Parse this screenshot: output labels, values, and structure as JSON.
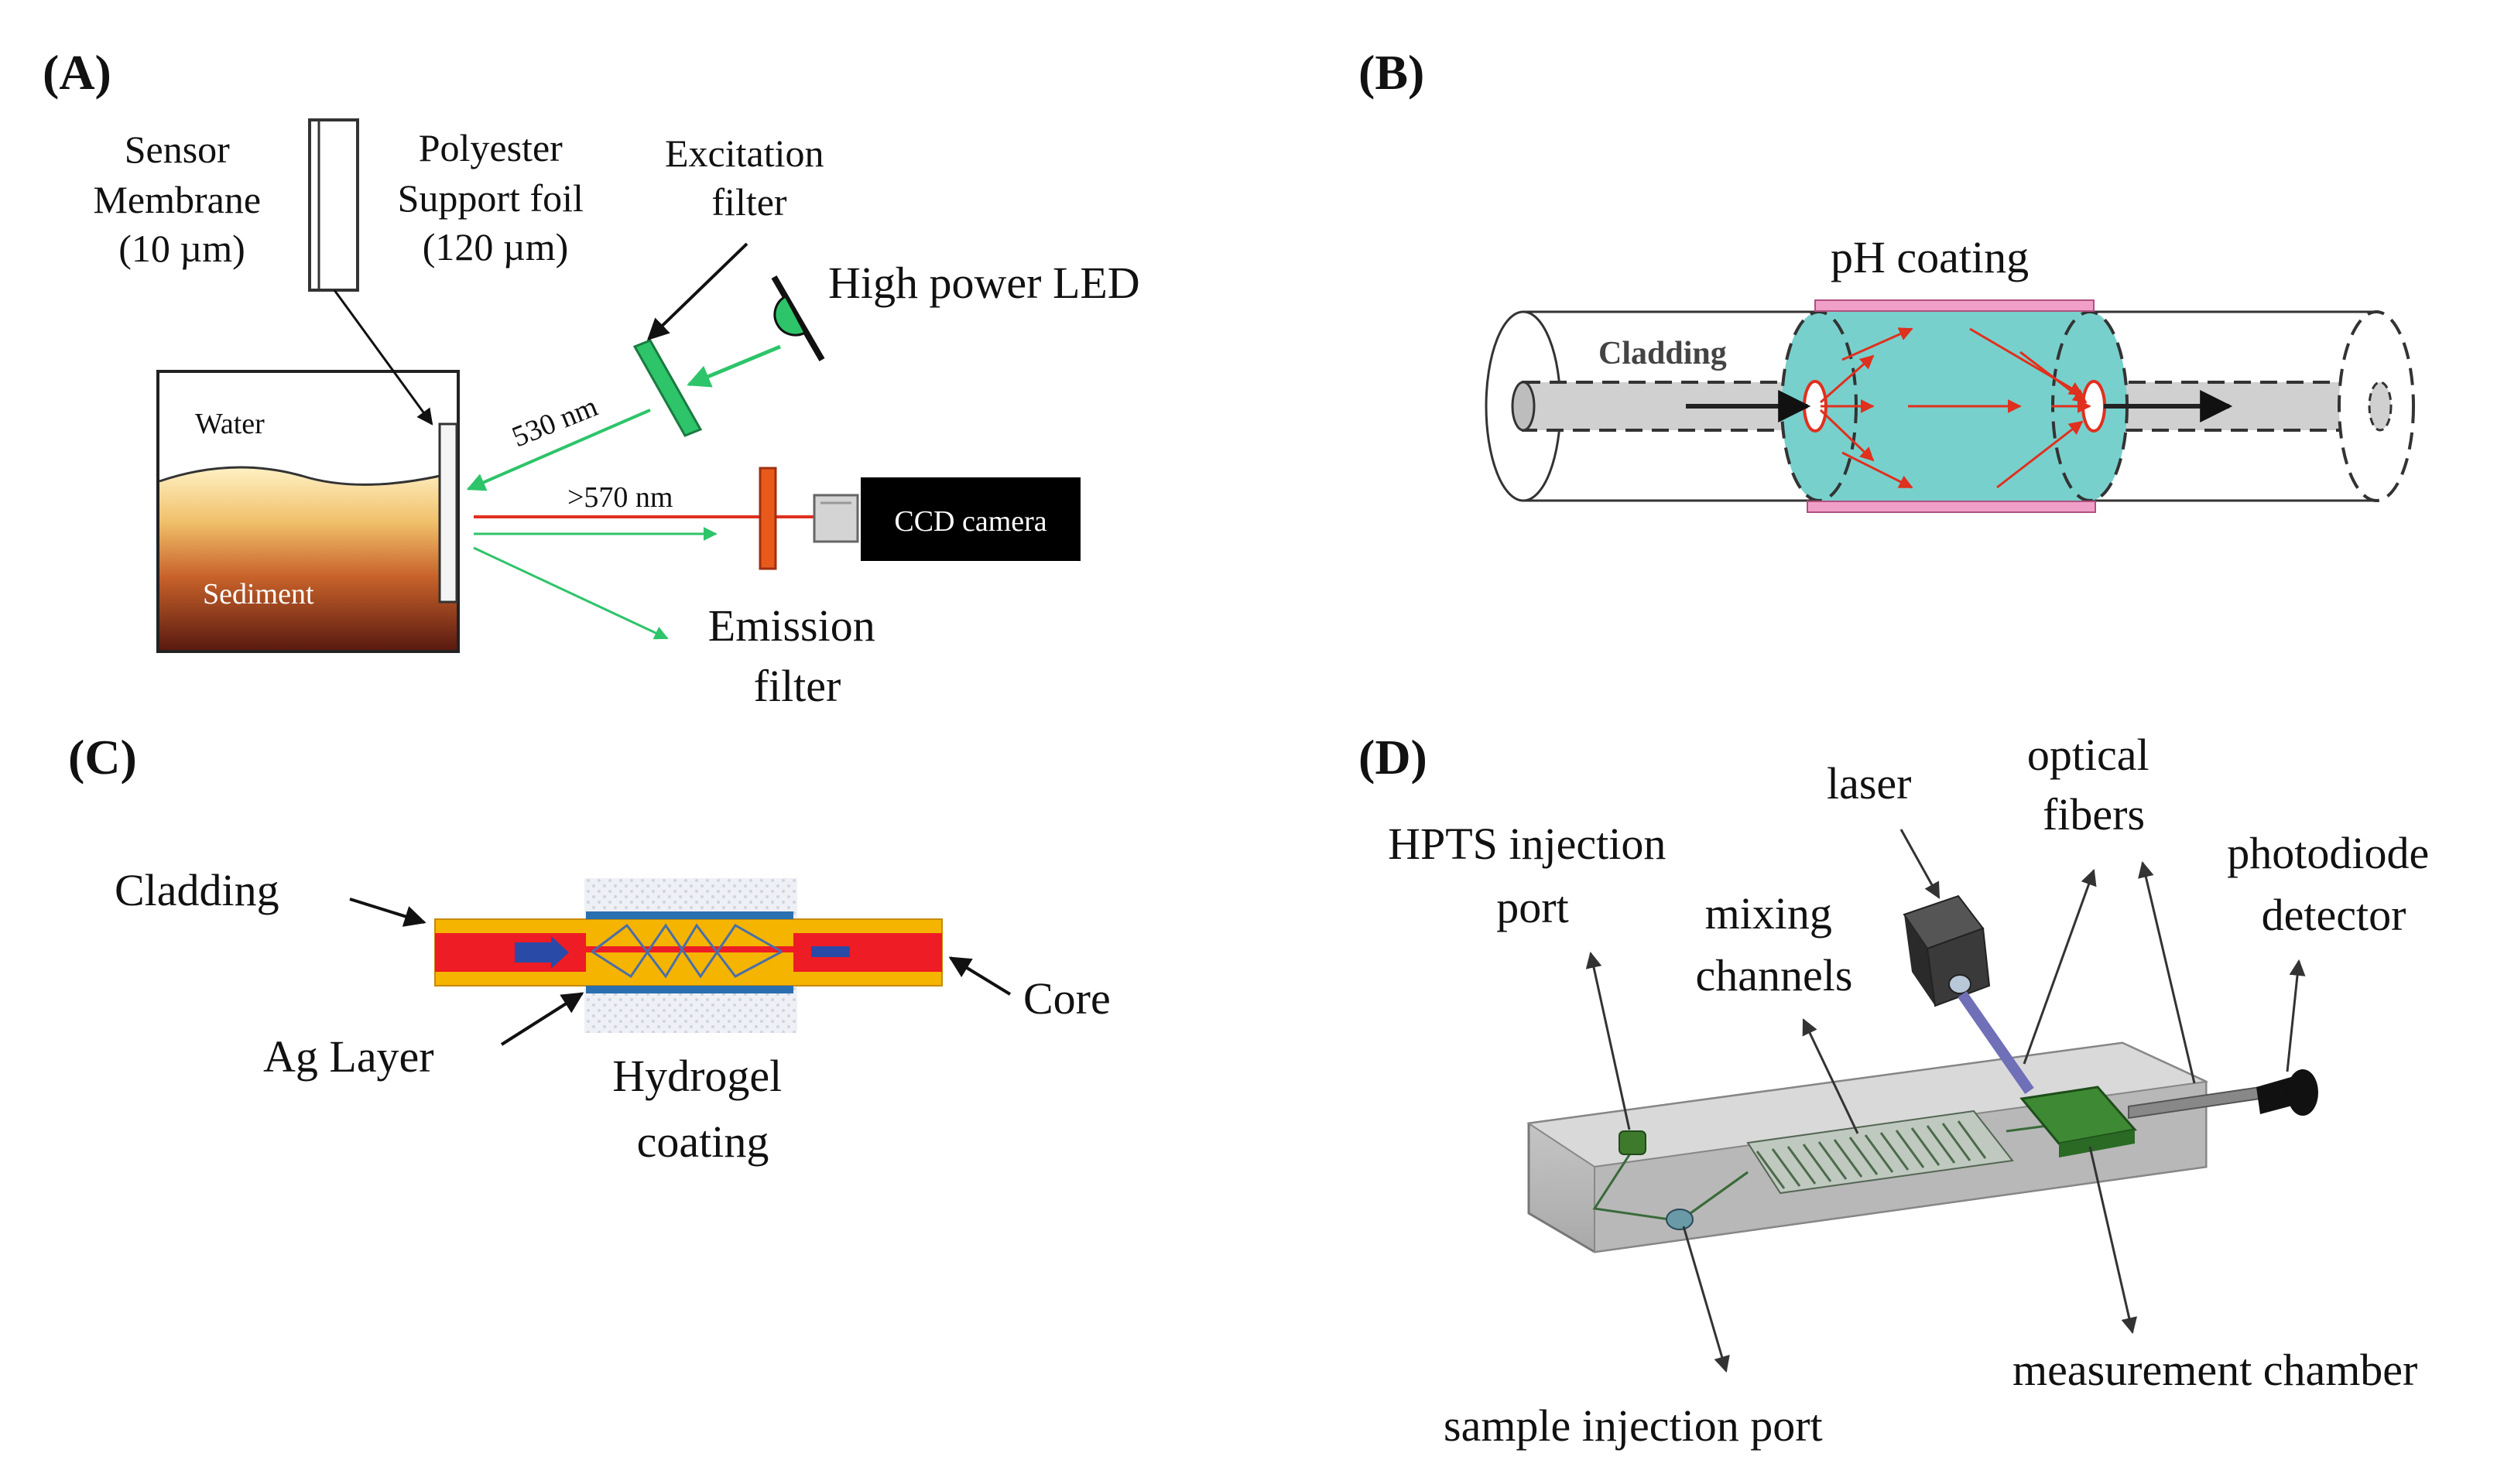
{
  "panels": {
    "a": {
      "label": "(A)",
      "sensor_membrane": [
        "Sensor",
        "Membrane",
        "(10 µm)"
      ],
      "polyester_foil": [
        "Polyester",
        "Support foil",
        "(120 µm)"
      ],
      "excitation_filter": [
        "Excitation",
        "filter"
      ],
      "led": "High power LED",
      "water": "Water",
      "sediment": "Sediment",
      "wl_530": "530 nm",
      "wl_570": ">570 nm",
      "camera": "CCD camera",
      "emission_filter": [
        "Emission",
        "filter"
      ]
    },
    "b": {
      "label": "(B)",
      "coating": "pH coating",
      "cladding": "Cladding"
    },
    "c": {
      "label": "(C)",
      "cladding": "Cladding",
      "core": "Core",
      "ag_layer": "Ag Layer",
      "hydrogel": [
        "Hydrogel",
        "coating"
      ]
    },
    "d": {
      "label": "(D)",
      "laser": "laser",
      "optical_fibers": [
        "optical",
        "fibers"
      ],
      "hpts_port": [
        "HPTS injection",
        "port"
      ],
      "mixing": [
        "mixing",
        "channels"
      ],
      "photodiode": [
        "photodiode",
        "detector"
      ],
      "chamber": "measurement chamber",
      "sample_port": "sample injection port"
    }
  },
  "colors": {
    "green": "#2ec46a",
    "red": "#e0301e",
    "teal": "#78d0cc",
    "pink": "#f0a0c8",
    "orange": "#f5b400",
    "core_red": "#ee1c24",
    "silver_blue": "#2a6fb0"
  }
}
